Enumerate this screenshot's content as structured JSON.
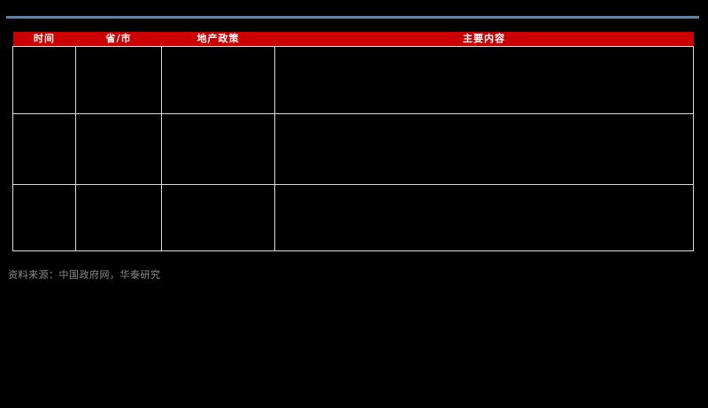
{
  "figure": {
    "background_color": "#000000",
    "rule_color": "#5b84ad",
    "header_color": "#cc0000",
    "gridline_color": "#dedcd6",
    "source_text_color": "#8c8c8c"
  },
  "table": {
    "headers": [
      {
        "label": "时间"
      },
      {
        "label": "省/市"
      },
      {
        "label": "地产政策"
      },
      {
        "label": "主要内容"
      }
    ],
    "rows": [
      {
        "time": "",
        "region": "",
        "policy": "",
        "content": ""
      },
      {
        "time": "",
        "region": "",
        "policy": "",
        "content": ""
      },
      {
        "time": "",
        "region": "",
        "policy": "",
        "content": ""
      }
    ]
  },
  "footer": {
    "source": "资料来源：中国政府网，华泰研究"
  }
}
